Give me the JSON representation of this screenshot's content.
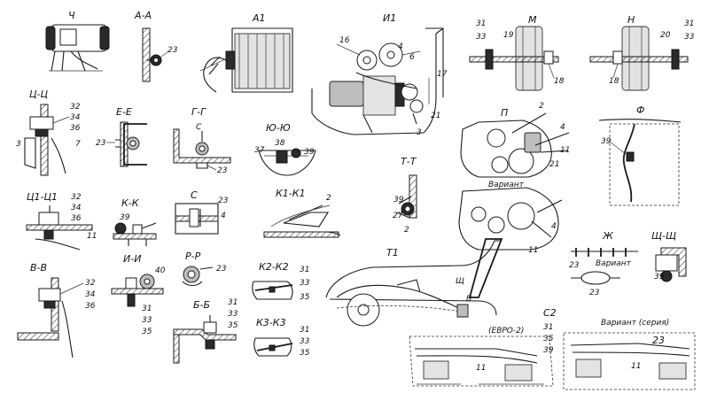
{
  "labels": {
    "ch": "Ч",
    "aa": "А-А",
    "a1": "А1",
    "i1": "И1",
    "m": "М",
    "n": "Н",
    "tsts": "Ц-Ц",
    "ee": "Е-Е",
    "gg": "Г-Г",
    "yuyu": "Ю-Ю",
    "p": "П",
    "f": "Ф",
    "tt": "Т-Т",
    "ts1ts1": "Ц1-Ц1",
    "kk": "К-К",
    "s": "С",
    "k1k1": "К1-К1",
    "vv": "В-В",
    "ii": "И-И",
    "rr": "Р-Р",
    "k2k2": "К2-К2",
    "t1": "Т1",
    "zh": "Ж",
    "shsh": "Щ-Щ",
    "bb": "Б-Б",
    "k3k3": "К3-К3",
    "s2": "С2",
    "s_small": "С",
    "v_mark": "В",
    "sh_mark": "Щ"
  },
  "callouts": {
    "aa_23": "23",
    "i1_16": "16",
    "i1_4": "4",
    "i1_6": "6",
    "i1_17": "17",
    "i1_21": "21",
    "i1_3": "3",
    "m_31": "31",
    "m_33": "33",
    "m_19": "19",
    "m_18": "18",
    "n_20": "20",
    "n_31": "31",
    "n_33": "33",
    "n_18": "18",
    "ts_32": "32",
    "ts_34": "34",
    "ts_36": "36",
    "ts_3": "3",
    "ts_7": "7",
    "ee_23": "23",
    "gg_23": "23",
    "yu_38": "38",
    "yu_37": "37",
    "yu_39": "39",
    "p_2": "2",
    "p_4": "4",
    "p_11": "11",
    "p_21": "21",
    "p_v_4": "4",
    "p_v_11": "11",
    "f_39": "39",
    "tt_39": "39",
    "tt_27": "27",
    "tt_2": "2",
    "ts1_32": "32",
    "ts1_34": "34",
    "ts1_36": "36",
    "ts1_11": "11",
    "kk_39": "39",
    "s_23": "23",
    "s_4": "4",
    "k1_2": "2",
    "vv_32": "32",
    "vv_34": "34",
    "vv_36": "36",
    "ii_40": "40",
    "ii_31": "31",
    "ii_33": "33",
    "ii_35": "35",
    "rr_23": "23",
    "k2_31": "31",
    "k2_33": "33",
    "k2_35": "35",
    "zh_23a": "23",
    "zh_23b": "23",
    "sh_39": "39",
    "bb_31": "31",
    "bb_33": "33",
    "bb_35": "35",
    "k3_31": "31",
    "k3_33": "33",
    "k3_35": "35",
    "s2_31": "31",
    "s2_35": "35",
    "s2_39": "39",
    "s2_11": "11",
    "s2v_23": "23",
    "s2v_11": "11"
  },
  "notes": {
    "variant_p": "Вариант",
    "variant_zh": "Вариант",
    "euro2": "(ЕВРО-2)",
    "variant_series": "Вариант (серия)"
  }
}
